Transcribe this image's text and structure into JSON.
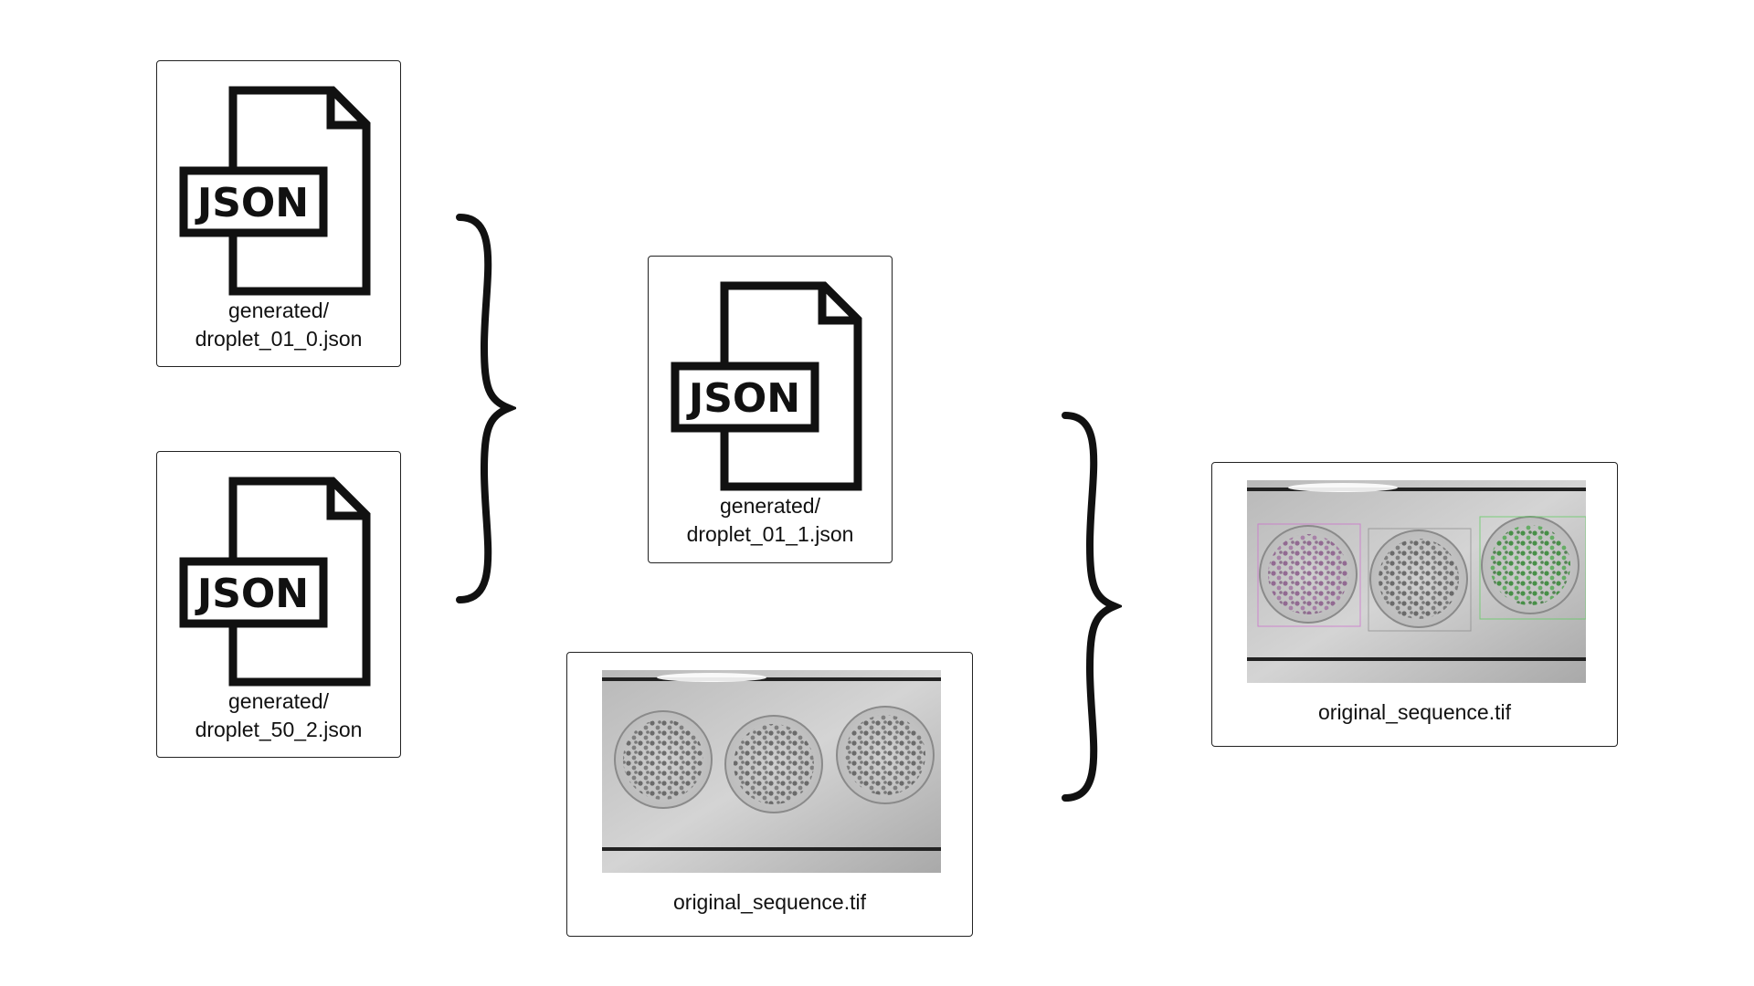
{
  "inputs": [
    {
      "line1": "generated/",
      "line2": "droplet_01_0.json",
      "icon": "json-file-icon",
      "icon_text": "JSON"
    },
    {
      "line1": "generated/",
      "line2": "droplet_50_2.json",
      "icon": "json-file-icon",
      "icon_text": "JSON"
    }
  ],
  "merged": {
    "line1": "generated/",
    "line2": "droplet_01_1.json",
    "icon": "json-file-icon",
    "icon_text": "JSON"
  },
  "source_image": {
    "label": "original_sequence.tif"
  },
  "output_image": {
    "label": "original_sequence.tif"
  },
  "colors": {
    "border": "#222222",
    "background": "#ffffff",
    "overlay_magenta": "#cc66cc",
    "overlay_green": "#55cc55"
  }
}
